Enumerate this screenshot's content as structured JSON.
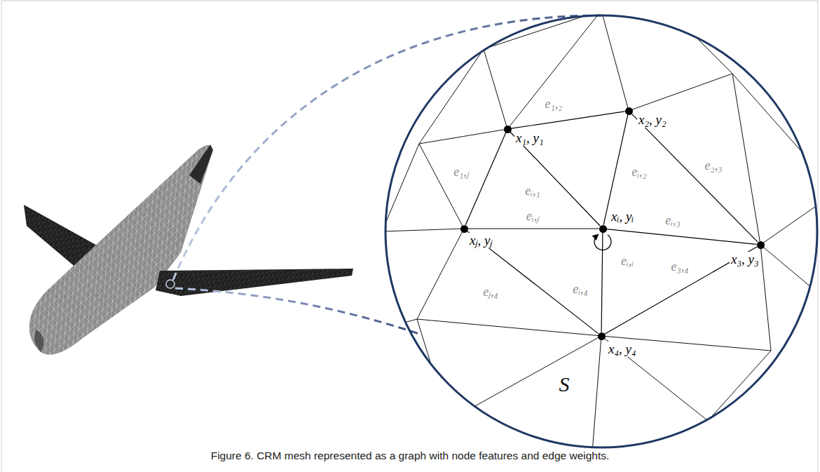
{
  "diagram": {
    "caption": "Figure 6. CRM mesh represented as a graph with node features and edge weights.",
    "nodes": [
      {
        "text": [
          "x₁, y₁"
        ]
      },
      {
        "text": [
          "x₂, y₂"
        ]
      },
      {
        "text": [
          "xⱼ, yⱼ"
        ]
      },
      {
        "text": [
          "xᵢ, yᵢ"
        ]
      },
      {
        "text": [
          "x₃, y₃"
        ]
      },
      {
        "text": [
          "x₄, y₄"
        ]
      }
    ],
    "edges": [
      {
        "from": 0,
        "to": 1,
        "arrow": "none",
        "label": "e₁,₂"
      },
      {
        "from": 0,
        "to": 2,
        "arrow": "none",
        "label": "e₁,ⱼ"
      },
      {
        "from": 3,
        "to": 0,
        "arrow": "none",
        "label": "eᵢ,₁"
      },
      {
        "from": 3,
        "to": 1,
        "arrow": "none",
        "label": "eᵢ,₂"
      },
      {
        "from": 1,
        "to": 4,
        "arrow": "none",
        "label": "e₂,₃"
      },
      {
        "from": 3,
        "to": 2,
        "arrow": "none",
        "label": "eᵢ,ⱼ"
      },
      {
        "from": 3,
        "to": 4,
        "arrow": "none",
        "label": "eᵢ,₃"
      },
      {
        "from": 3,
        "to": 3,
        "arrow": "to",
        "label": "eᵢ,ᵢ"
      },
      {
        "from": 2,
        "to": 5,
        "arrow": "none",
        "label": "eⱼ,₄"
      },
      {
        "from": 3,
        "to": 5,
        "arrow": "none",
        "label": "eᵢ,₄"
      },
      {
        "from": 4,
        "to": 5,
        "arrow": "none",
        "label": "e₃,₄"
      }
    ],
    "labels": [
      "S"
    ]
  }
}
